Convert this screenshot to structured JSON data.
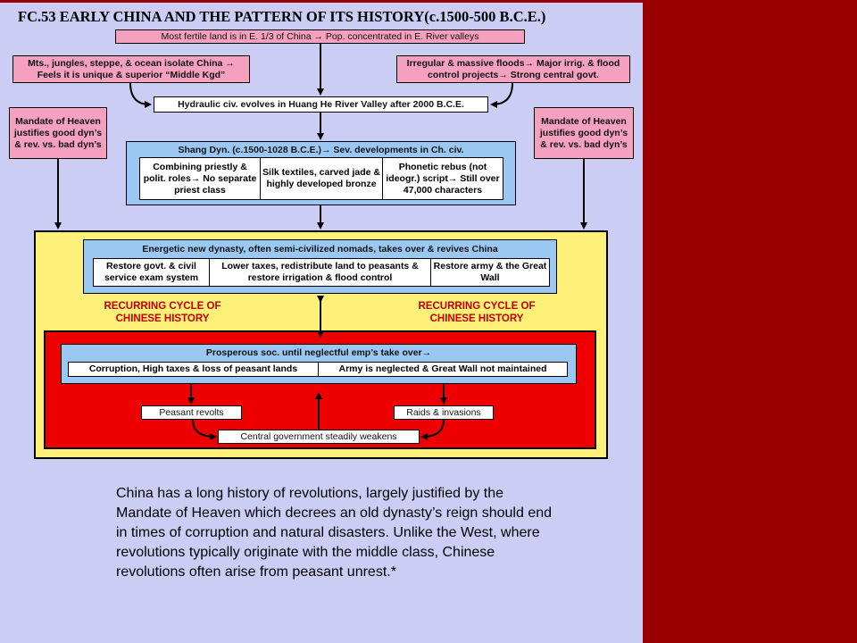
{
  "title": "FC.53 EARLY CHINA AND THE PATTERN OF ITS HISTORY(c.1500-500 B.C.E.)",
  "boxes": {
    "fertile": "Most fertile land is in E. 1/3 of China → Pop. concentrated in E. River valleys",
    "isolate": "Mts., jungles, steppe, & ocean isolate China → Feels it is unique & superior “Middle Kgd”",
    "floods": "Irregular & massive floods→ Major irrig. & flood control projects→ Strong central govt.",
    "hydraulic": "Hydraulic civ. evolves in Huang He River Valley after 2000 B.C.E.",
    "mandate_left": "Mandate of Heaven justifies good dyn’s & rev. vs. bad dyn’s",
    "mandate_right": "Mandate of Heaven justifies good dyn’s & rev. vs. bad dyn’s"
  },
  "shang": {
    "header": "Shang Dyn. (c.1500-1028 B.C.E.)→ Sev. developments in Ch. civ.",
    "cells": [
      "Combining priestly & polit. roles→ No separate priest class",
      "Silk textiles, carved jade & highly developed bronze",
      "Phonetic rebus (not ideogr.) script→ Still over 47,000 characters"
    ]
  },
  "energetic": {
    "header": "Energetic new dynasty, often semi-civilized nomads, takes over & revives China",
    "cells": [
      "Restore govt. & civil service exam system",
      "Lower taxes, redistribute land to peasants & restore irrigation & flood control",
      "Restore army & the Great Wall"
    ]
  },
  "cycle_label_left": "RECURRING CYCLE OF CHINESE HISTORY",
  "cycle_label_right": "RECURRING CYCLE OF CHINESE HISTORY",
  "prosperous": {
    "header": "Prosperous soc. until neglectful emp’s take over→",
    "cells": [
      "Corruption, High taxes & loss of peasant lands",
      "Army is neglected & Great Wall not maintained"
    ]
  },
  "peasant_revolts": "Peasant revolts",
  "raids": "Raids & invasions",
  "central_weakens": "Central government steadily weakens",
  "paragraph": "China has a long history of revolutions, largely justified by the Mandate of Heaven which decrees an old dynasty’s reign should end in times of corruption and natural disasters.  Unlike the West, where revolutions typically originate with the middle class, Chinese revolutions often arise from peasant unrest.*",
  "colors": {
    "background_maroon": "#9a0000",
    "slide": "#cccdf5",
    "pink": "#f5a0be",
    "blue": "#9bc8f3",
    "yellow": "#fff07a",
    "red": "#ee0000",
    "cycle_text": "#c00000"
  }
}
